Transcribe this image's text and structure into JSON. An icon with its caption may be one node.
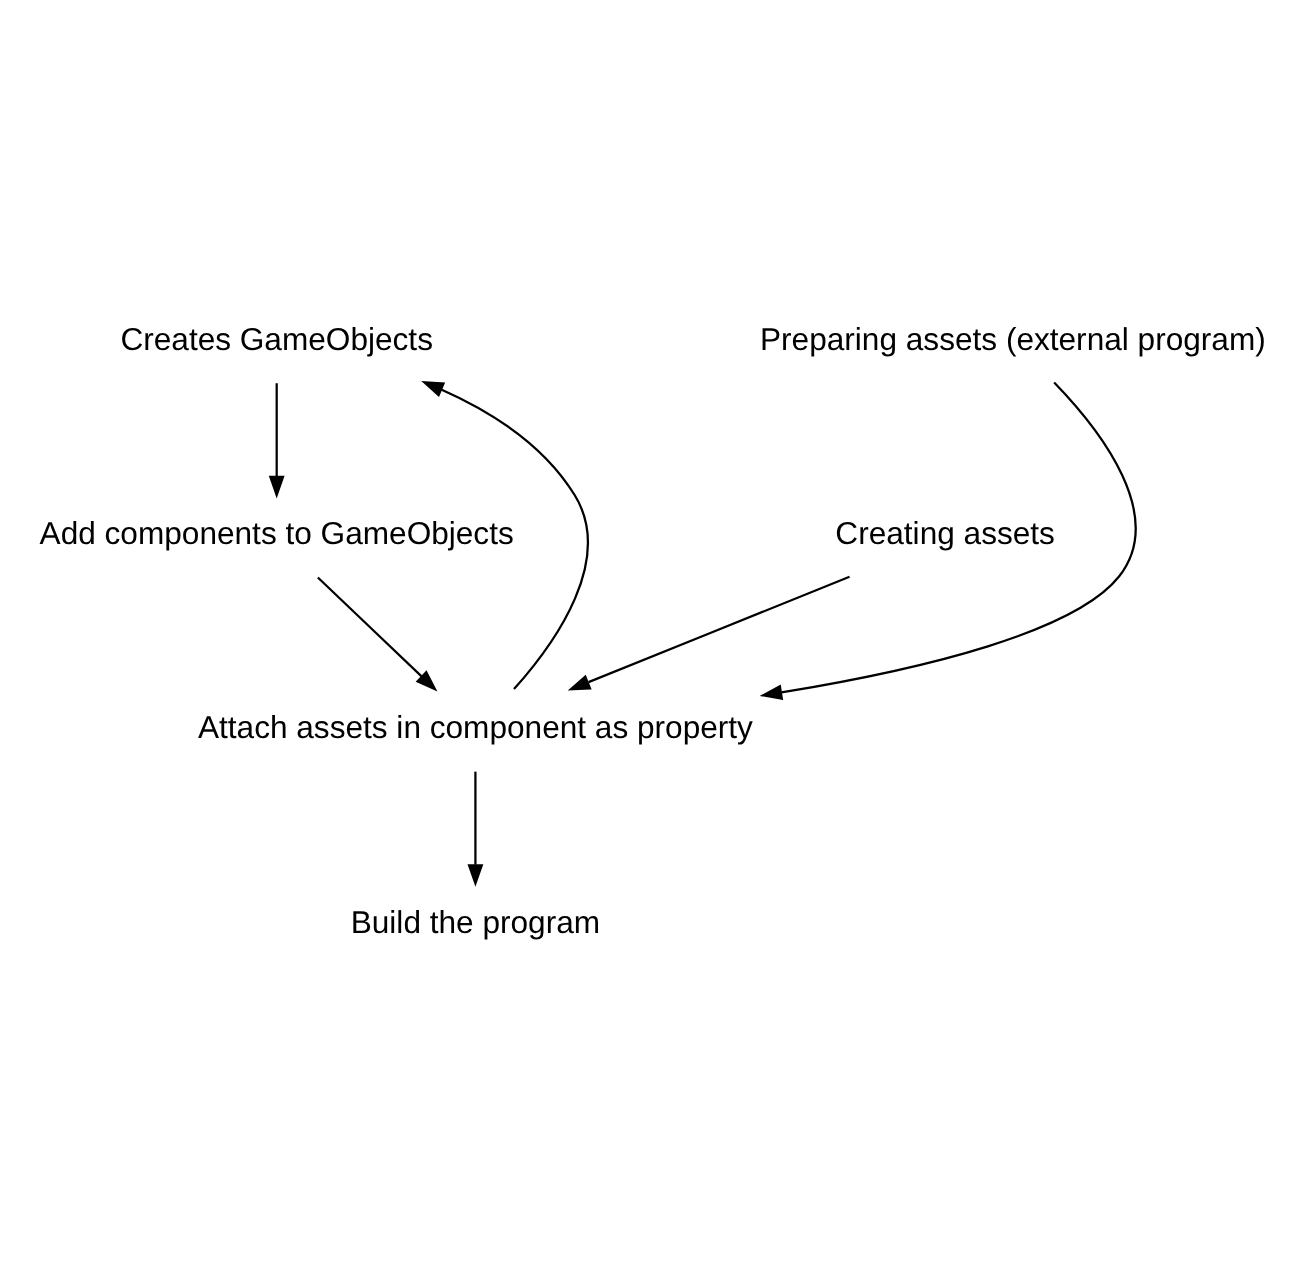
{
  "diagram": {
    "nodes": [
      {
        "text": [
          "Creates GameObjects"
        ]
      },
      {
        "text": [
          "Add components to GameObjects"
        ]
      },
      {
        "text": [
          "Creating assets"
        ]
      },
      {
        "text": [
          "Attach assets in component as property"
        ]
      },
      {
        "text": [
          "Preparing assets (external program)"
        ]
      },
      {
        "text": [
          "Build the program"
        ]
      }
    ],
    "edges": [
      {
        "from": 0,
        "to": 1,
        "arrow": "to"
      },
      {
        "from": 1,
        "to": 3,
        "arrow": "to"
      },
      {
        "from": 2,
        "to": 3,
        "arrow": "to"
      },
      {
        "from": 4,
        "to": 3,
        "arrow": "to"
      },
      {
        "from": 3,
        "to": 5,
        "arrow": "to"
      },
      {
        "from": 3,
        "to": 0,
        "arrow": "to"
      }
    ]
  }
}
